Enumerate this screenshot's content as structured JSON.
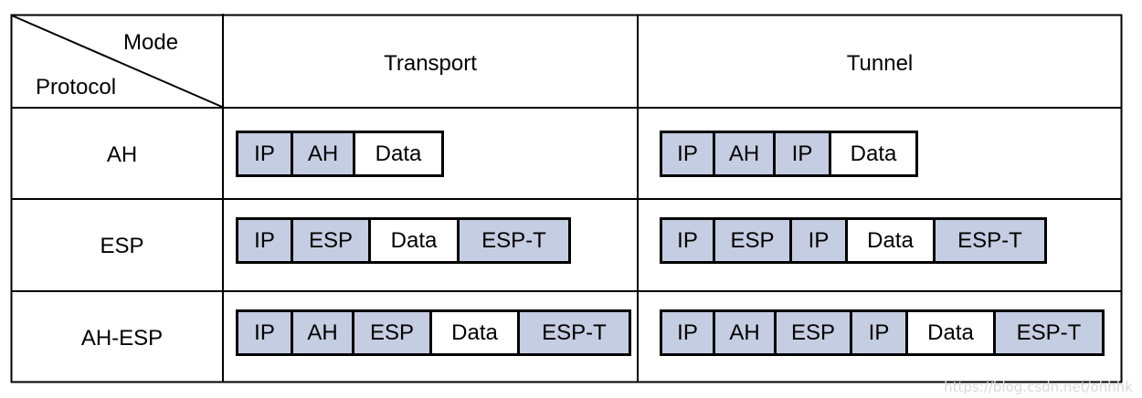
{
  "header": {
    "corner_mode": "Mode",
    "corner_protocol": "Protocol",
    "col_transport": "Transport",
    "col_tunnel": "Tunnel"
  },
  "colors": {
    "header_segment": "#c5cde2",
    "data_segment": "#ffffff",
    "border": "#000000"
  },
  "rows": [
    {
      "protocol": "AH",
      "transport": [
        {
          "label": "IP",
          "type": "header"
        },
        {
          "label": "AH",
          "type": "header"
        },
        {
          "label": "Data",
          "type": "data"
        }
      ],
      "tunnel": [
        {
          "label": "IP",
          "type": "header"
        },
        {
          "label": "AH",
          "type": "header"
        },
        {
          "label": "IP",
          "type": "header"
        },
        {
          "label": "Data",
          "type": "data"
        }
      ]
    },
    {
      "protocol": "ESP",
      "transport": [
        {
          "label": "IP",
          "type": "header"
        },
        {
          "label": "ESP",
          "type": "header"
        },
        {
          "label": "Data",
          "type": "data"
        },
        {
          "label": "ESP-T",
          "type": "header"
        }
      ],
      "tunnel": [
        {
          "label": "IP",
          "type": "header"
        },
        {
          "label": "ESP",
          "type": "header"
        },
        {
          "label": "IP",
          "type": "header"
        },
        {
          "label": "Data",
          "type": "data"
        },
        {
          "label": "ESP-T",
          "type": "header"
        }
      ]
    },
    {
      "protocol": "AH-ESP",
      "transport": [
        {
          "label": "IP",
          "type": "header"
        },
        {
          "label": "AH",
          "type": "header"
        },
        {
          "label": "ESP",
          "type": "header"
        },
        {
          "label": "Data",
          "type": "data"
        },
        {
          "label": "ESP-T",
          "type": "header"
        }
      ],
      "tunnel": [
        {
          "label": "IP",
          "type": "header"
        },
        {
          "label": "AH",
          "type": "header"
        },
        {
          "label": "ESP",
          "type": "header"
        },
        {
          "label": "IP",
          "type": "header"
        },
        {
          "label": "Data",
          "type": "data"
        },
        {
          "label": "ESP-T",
          "type": "header"
        }
      ]
    }
  ],
  "watermark": "https://blog.csdn.net/ohhhk"
}
